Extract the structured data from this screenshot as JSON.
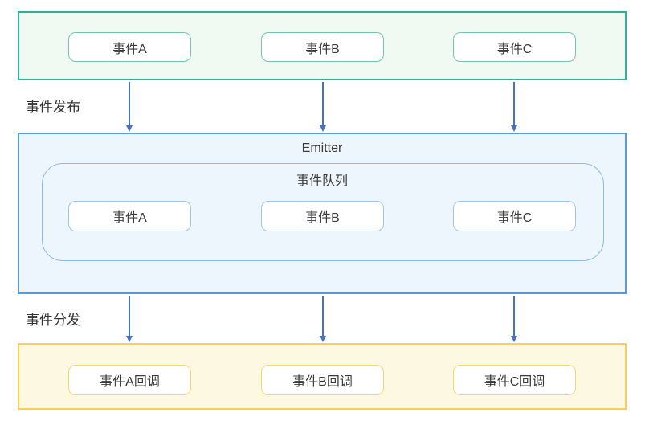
{
  "diagram": {
    "publisher": {
      "events": [
        "事件A",
        "事件B",
        "事件C"
      ]
    },
    "labels": {
      "publish": "事件发布",
      "dispatch": "事件分发"
    },
    "emitter": {
      "title": "Emitter",
      "queue_title": "事件队列",
      "events": [
        "事件A",
        "事件B",
        "事件C"
      ]
    },
    "callbacks": {
      "items": [
        "事件A回调",
        "事件B回调",
        "事件C回调"
      ]
    },
    "colors": {
      "publisher_border": "#2eb197",
      "publisher_fill": "#f0f9f2",
      "publisher_item_border": "#6fc7b2",
      "emitter_border": "#5b9bd5",
      "emitter_fill": "#eef6fd",
      "queue_border": "#8bbce6",
      "emitter_item_border": "#9cc5ea",
      "callback_border": "#f9cf56",
      "callback_fill": "#fdf8e1",
      "callback_item_border": "#fbd56b",
      "arrow": "#4472c4",
      "text": "#3b3b3b"
    }
  }
}
